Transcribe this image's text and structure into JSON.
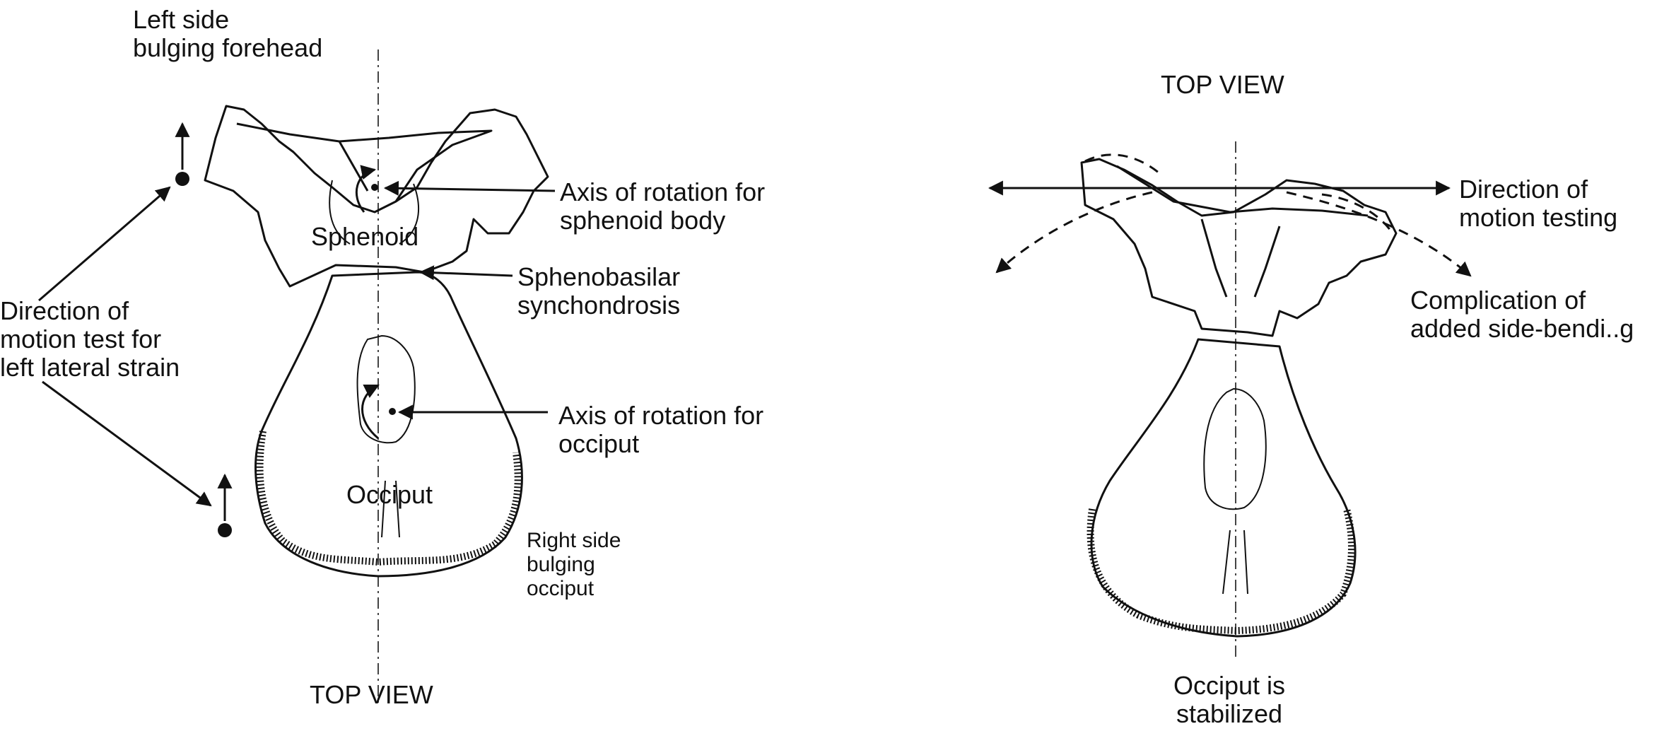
{
  "left_panel": {
    "forehead_label": "Left side\nbulging forehead",
    "sphenoid_label": "Sphenoid",
    "sphenoid_axis_label": "Axis of rotation for\nsphenoid body",
    "ssb_label": "Sphenobasilar\nsynchondrosis",
    "motion_test_label": "Direction of\nmotion test for\nleft lateral strain",
    "occiput_axis_label": "Axis of rotation for\nocciput",
    "occiput_label": "Occiput",
    "bulging_occiput_label": "Right side\nbulging\nocciput",
    "view_label": "TOP VIEW"
  },
  "right_panel": {
    "view_label": "TOP VIEW",
    "motion_testing_label": "Direction of\nmotion testing",
    "complication_label": "Complication of\nadded side-bendi..g",
    "stabilized_label": "Occiput is\nstabilized"
  }
}
